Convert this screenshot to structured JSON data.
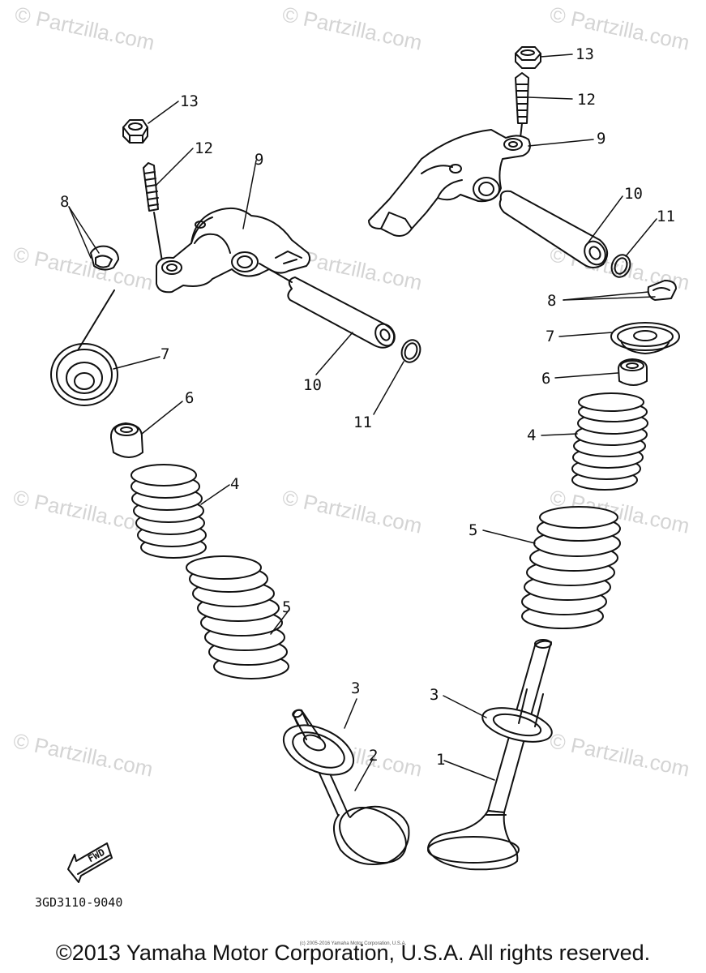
{
  "diagram": {
    "callouts": [
      {
        "id": "1",
        "text": "1"
      },
      {
        "id": "2",
        "text": "2"
      },
      {
        "id": "3",
        "text": "3"
      },
      {
        "id": "4",
        "text": "4"
      },
      {
        "id": "5",
        "text": "5"
      },
      {
        "id": "6",
        "text": "6"
      },
      {
        "id": "7",
        "text": "7"
      },
      {
        "id": "8",
        "text": "8"
      },
      {
        "id": "9",
        "text": "9"
      },
      {
        "id": "10",
        "text": "10"
      },
      {
        "id": "11",
        "text": "11"
      },
      {
        "id": "12",
        "text": "12"
      },
      {
        "id": "13",
        "text": "13"
      }
    ],
    "fwd_label": "FWD",
    "part_code": "3GD3110-9040"
  },
  "watermark": {
    "text": "© Partzilla.com"
  },
  "footer": {
    "copyright": "©2013 Yamaha Motor Corporation, U.S.A. All rights reserved.",
    "small_copyright": "(c) 2005-2016 Yamaha Motor Corporation, U.S.A."
  }
}
